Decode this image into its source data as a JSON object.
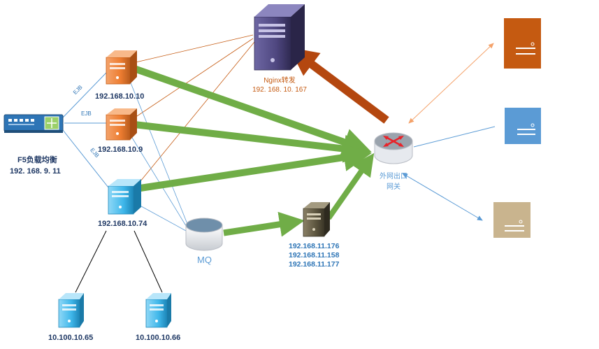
{
  "nodes": {
    "f5": {
      "title": "F5负载均衡",
      "ip": "192. 168. 9. 11"
    },
    "server_10_10": {
      "ip": "192.168.10.10"
    },
    "server_10_9": {
      "ip": "192.168.10.9"
    },
    "server_10_74": {
      "ip": "192.168.10.74"
    },
    "nginx": {
      "title": "Nginx转发",
      "ip": "192. 168. 10. 167"
    },
    "gateway": {
      "label_line1": "外网出口",
      "label_line2": "网关"
    },
    "mq": {
      "label": "MQ"
    },
    "mq_server": {
      "ips": [
        "192.168.11.176",
        "192.168.11.158",
        "192.168.11.177"
      ]
    },
    "client_65": {
      "ip": "10.100.10.65"
    },
    "client_66": {
      "ip": "10.100.10.66"
    }
  },
  "edge_labels": {
    "ejb_1": "EJB",
    "ejb_2": "EJB",
    "ejb_3": "EJB"
  },
  "colors": {
    "orange_server": "#ed7d31",
    "blue_server": "#3fb7ea",
    "nginx_server": "#4f4780",
    "green_arrow": "#70ad47",
    "brown_arrow": "#b4470f",
    "external_orange": "#c55a11",
    "external_blue": "#5b9bd5",
    "external_tan": "#c9b48e"
  }
}
